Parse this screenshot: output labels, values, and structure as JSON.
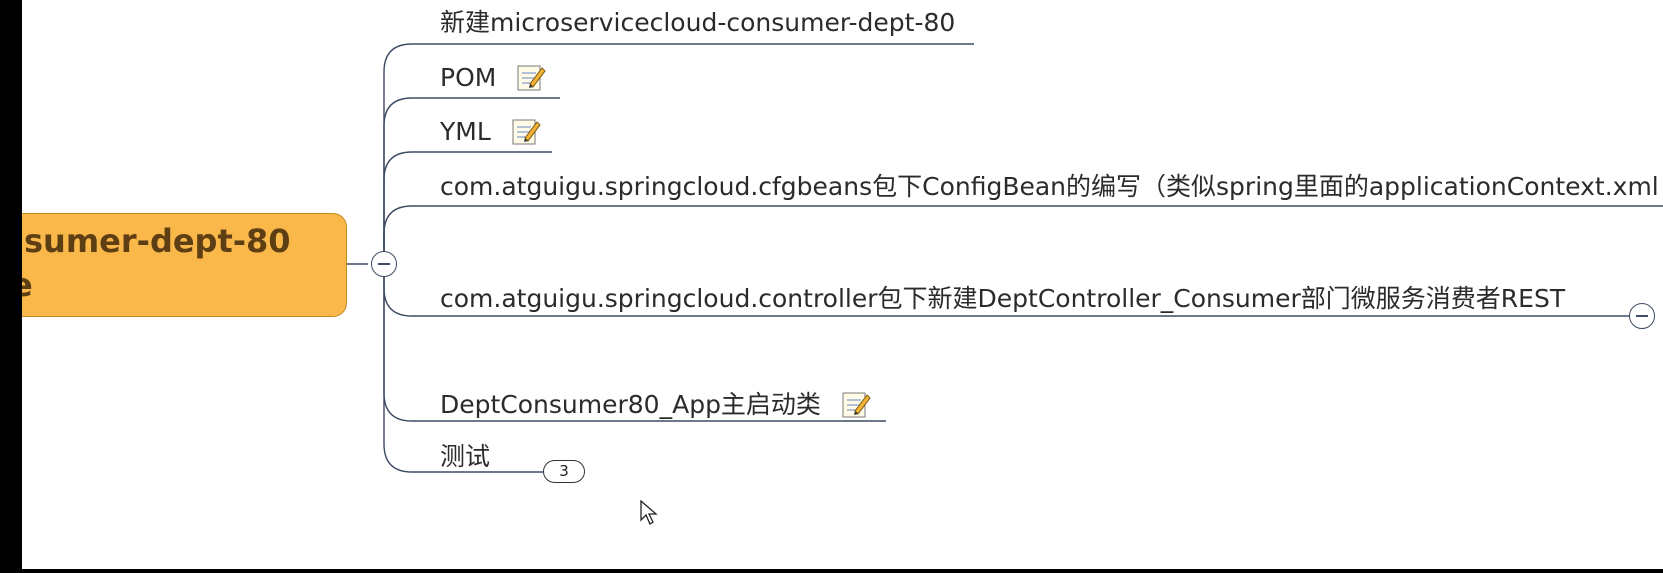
{
  "central_topic": {
    "line1": "sumer-dept-80",
    "line2": "e"
  },
  "subtopics": [
    {
      "label": "新建microservicecloud-consumer-dept-80"
    },
    {
      "label": "POM",
      "icon": "note-icon"
    },
    {
      "label": "YML",
      "icon": "note-icon"
    },
    {
      "label": "com.atguigu.springcloud.cfgbeans包下ConfigBean的编写（类似spring里面的applicationContext.xml"
    },
    {
      "label": "com.atguigu.springcloud.controller包下新建DeptController_Consumer部门微服务消费者REST"
    },
    {
      "label": "DeptConsumer80_App主启动类",
      "icon": "note-icon"
    },
    {
      "label": "测试",
      "collapsed_count": "3"
    }
  ],
  "colors": {
    "central_fill": "#fbb84a",
    "central_text": "#5e3f14",
    "connector": "#3d4b63"
  }
}
